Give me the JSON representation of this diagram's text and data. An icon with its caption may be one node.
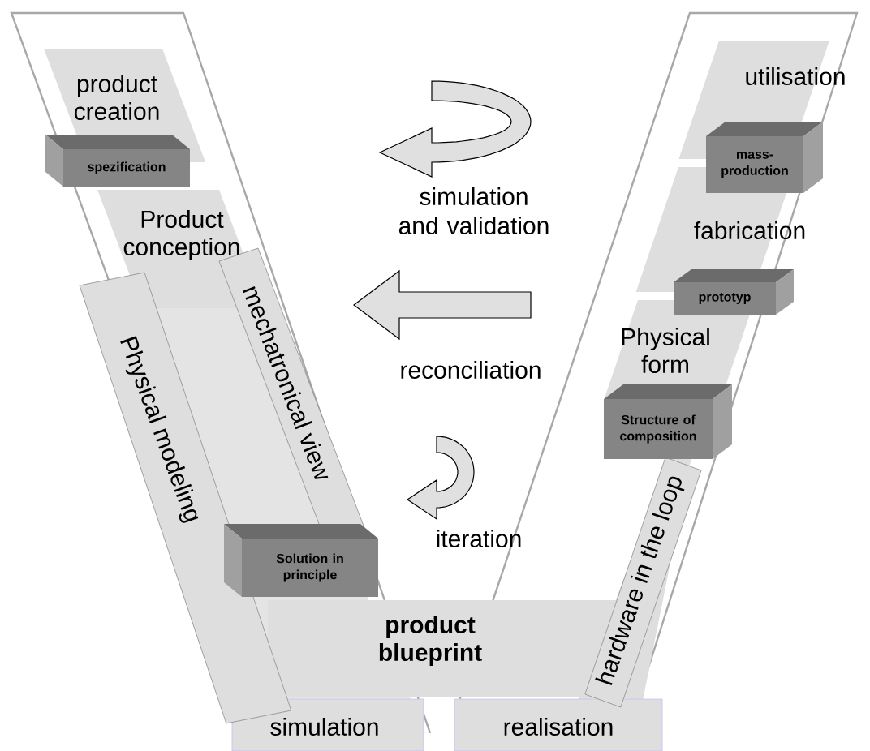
{
  "diagram": {
    "nodes": [
      {
        "text": [
          "product creation"
        ]
      },
      {
        "text": [
          "spezification"
        ]
      },
      {
        "text": [
          "Product conception"
        ]
      },
      {
        "text": [
          "Physical modeling"
        ]
      },
      {
        "text": [
          "mechatronical view"
        ]
      },
      {
        "text": [
          "Solution in principle"
        ]
      },
      {
        "text": [
          "product blueprint"
        ]
      },
      {
        "text": [
          "simulation"
        ]
      },
      {
        "text": [
          "realisation"
        ]
      },
      {
        "text": [
          "utilisation"
        ]
      },
      {
        "text": [
          "mass-production"
        ]
      },
      {
        "text": [
          "fabrication"
        ]
      },
      {
        "text": [
          "prototyp"
        ]
      },
      {
        "text": [
          "Physical form"
        ]
      },
      {
        "text": [
          "Structure of composition"
        ]
      },
      {
        "text": [
          "hardware in the loop"
        ]
      }
    ],
    "labels": [
      "simulation and validation",
      "reconciliation",
      "iteration"
    ]
  }
}
